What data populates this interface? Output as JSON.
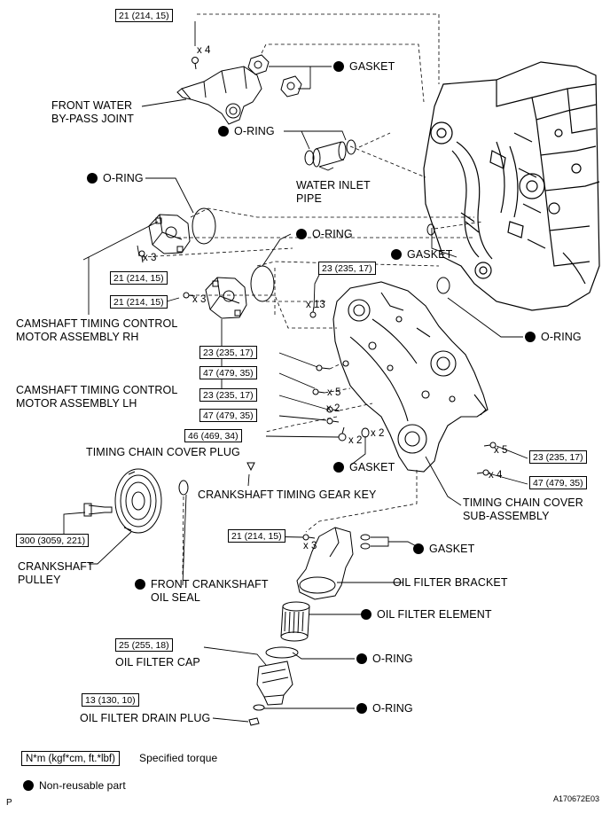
{
  "torque_boxes": {
    "t1": "21 (214, 15)",
    "t2": "21 (214, 15)",
    "t3": "21 (214, 15)",
    "t4": "23 (235, 17)",
    "t5": "23 (235, 17)",
    "t6": "47 (479, 35)",
    "t7": "23 (235, 17)",
    "t8": "47 (479, 35)",
    "t9": "46 (469, 34)",
    "t10": "23 (235, 17)",
    "t11": "47 (479, 35)",
    "t12": "300 (3059, 221)",
    "t13": "21 (214, 15)",
    "t14": "25 (255, 18)",
    "t15": "13 (130, 10)"
  },
  "quantities": {
    "q1": "x 4",
    "q2": "x 3",
    "q3": "x 3",
    "q4": "x 13",
    "q5": "x 5",
    "q6": "x 2",
    "q7": "x 2",
    "q8": "x 2",
    "q9": "x 5",
    "q10": "x 4",
    "q11": "x 3"
  },
  "labels": {
    "gasket_top": "GASKET",
    "front_water_1": "FRONT WATER",
    "front_water_2": "BY-PASS JOINT",
    "oring_pipe": "O-RING",
    "water_inlet_1": "WATER INLET",
    "water_inlet_2": "PIPE",
    "oring_rh": "O-RING",
    "oring_lh": "O-RING",
    "gasket_right": "GASKET",
    "cam_rh_1": "CAMSHAFT TIMING CONTROL",
    "cam_rh_2": "MOTOR ASSEMBLY RH",
    "oring_right": "O-RING",
    "cam_lh_1": "CAMSHAFT TIMING CONTROL",
    "cam_lh_2": "MOTOR ASSEMBLY LH",
    "timing_plug": "TIMING CHAIN COVER PLUG",
    "gasket_mid": "GASKET",
    "crank_key": "CRANKSHAFT TIMING GEAR KEY",
    "tcc_1": "TIMING CHAIN COVER",
    "tcc_2": "SUB-ASSEMBLY",
    "crank_pulley_1": "CRANKSHAFT",
    "crank_pulley_2": "PULLEY",
    "gasket_bracket": "GASKET",
    "front_seal_1": "FRONT CRANKSHAFT",
    "front_seal_2": "OIL SEAL",
    "oil_bracket": "OIL FILTER BRACKET",
    "oil_element": "OIL FILTER ELEMENT",
    "oil_cap": "OIL FILTER CAP",
    "oring_cap": "O-RING",
    "oil_drain": "OIL FILTER DRAIN PLUG",
    "oring_drain": "O-RING"
  },
  "legend": {
    "torque_format": "N*m (kgf*cm, ft.*lbf)",
    "torque_desc": "Specified torque",
    "nonreusable": "Non-reusable part"
  },
  "footer": {
    "left_code": "P",
    "figure_id": "A170672E03"
  }
}
